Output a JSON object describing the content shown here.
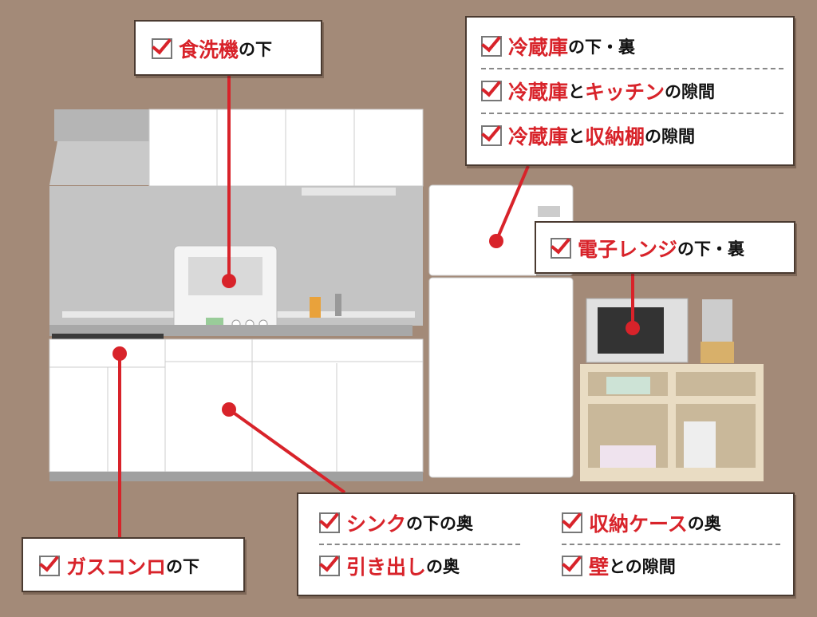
{
  "colors": {
    "accent": "#d8232a",
    "background": "#a38a78"
  },
  "labels": {
    "dishwasher": [
      {
        "t": "食洗機",
        "red": true
      },
      {
        "t": "の下",
        "red": false
      }
    ],
    "fridge": [
      [
        {
          "t": "冷蔵庫",
          "red": true
        },
        {
          "t": "の下・裏",
          "red": false
        }
      ],
      [
        {
          "t": "冷蔵庫",
          "red": true
        },
        {
          "t": "と",
          "red": false
        },
        {
          "t": "キッチン",
          "red": true
        },
        {
          "t": "の隙間",
          "red": false
        }
      ],
      [
        {
          "t": "冷蔵庫",
          "red": true
        },
        {
          "t": "と",
          "red": false
        },
        {
          "t": "収納棚",
          "red": true
        },
        {
          "t": "の隙間",
          "red": false
        }
      ]
    ],
    "microwave": [
      {
        "t": "電子レンジ",
        "red": true
      },
      {
        "t": "の下・裏",
        "red": false
      }
    ],
    "stove": [
      {
        "t": "ガスコンロ",
        "red": true
      },
      {
        "t": "の下",
        "red": false
      }
    ],
    "cabinet": [
      [
        {
          "t": "シンク",
          "red": true
        },
        {
          "t": "の下の奥",
          "red": false
        }
      ],
      [
        {
          "t": "収納ケース",
          "red": true
        },
        {
          "t": "の奥",
          "red": false
        }
      ],
      [
        {
          "t": "引き出し",
          "red": true
        },
        {
          "t": "の奥",
          "red": false
        }
      ],
      [
        {
          "t": "壁",
          "red": true
        },
        {
          "t": "との隙間",
          "red": false
        }
      ]
    ]
  }
}
